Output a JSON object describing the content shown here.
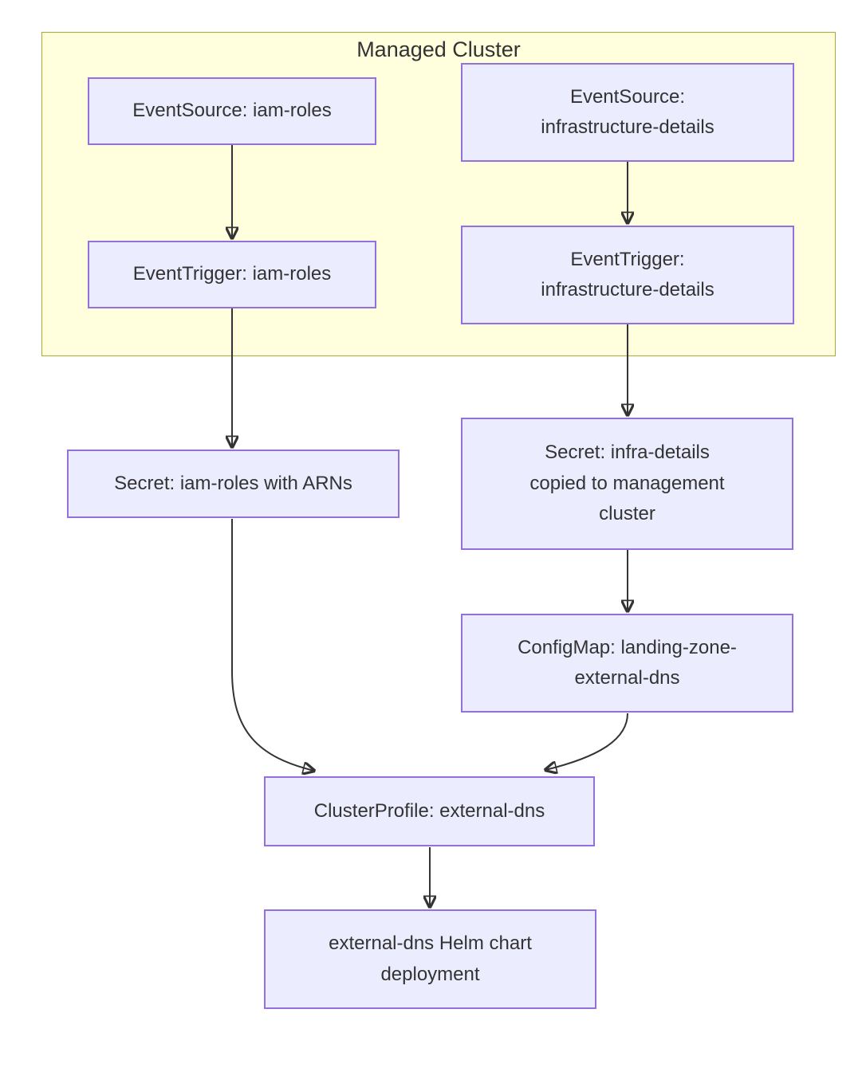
{
  "diagram": {
    "cluster": {
      "label": "Managed Cluster"
    },
    "nodes": {
      "es_iam": {
        "label": "EventSource: iam-roles"
      },
      "es_infra": {
        "label": "EventSource:\ninfrastructure-details"
      },
      "et_iam": {
        "label": "EventTrigger: iam-roles"
      },
      "et_infra": {
        "label": "EventTrigger:\ninfrastructure-details"
      },
      "secret_iam": {
        "label": "Secret: iam-roles with ARNs"
      },
      "secret_infra": {
        "label": "Secret: infra-details\ncopied to management\ncluster"
      },
      "configmap": {
        "label": "ConfigMap: landing-zone-\nexternal-dns"
      },
      "clusterprofile": {
        "label": "ClusterProfile: external-dns"
      },
      "helm": {
        "label": "external-dns Helm chart\ndeployment"
      }
    },
    "edges": [
      {
        "from": "es_iam",
        "to": "et_iam"
      },
      {
        "from": "es_infra",
        "to": "et_infra"
      },
      {
        "from": "et_iam",
        "to": "secret_iam"
      },
      {
        "from": "et_infra",
        "to": "secret_infra"
      },
      {
        "from": "secret_infra",
        "to": "configmap"
      },
      {
        "from": "secret_iam",
        "to": "clusterprofile"
      },
      {
        "from": "configmap",
        "to": "clusterprofile"
      },
      {
        "from": "clusterprofile",
        "to": "helm"
      }
    ],
    "colors": {
      "node_fill": "#ececff",
      "node_border": "#9370db",
      "cluster_fill": "#ffffde",
      "cluster_border": "#aaaa33",
      "edge_stroke": "#333333",
      "text": "#333333",
      "page_background": "#ffffff"
    }
  }
}
